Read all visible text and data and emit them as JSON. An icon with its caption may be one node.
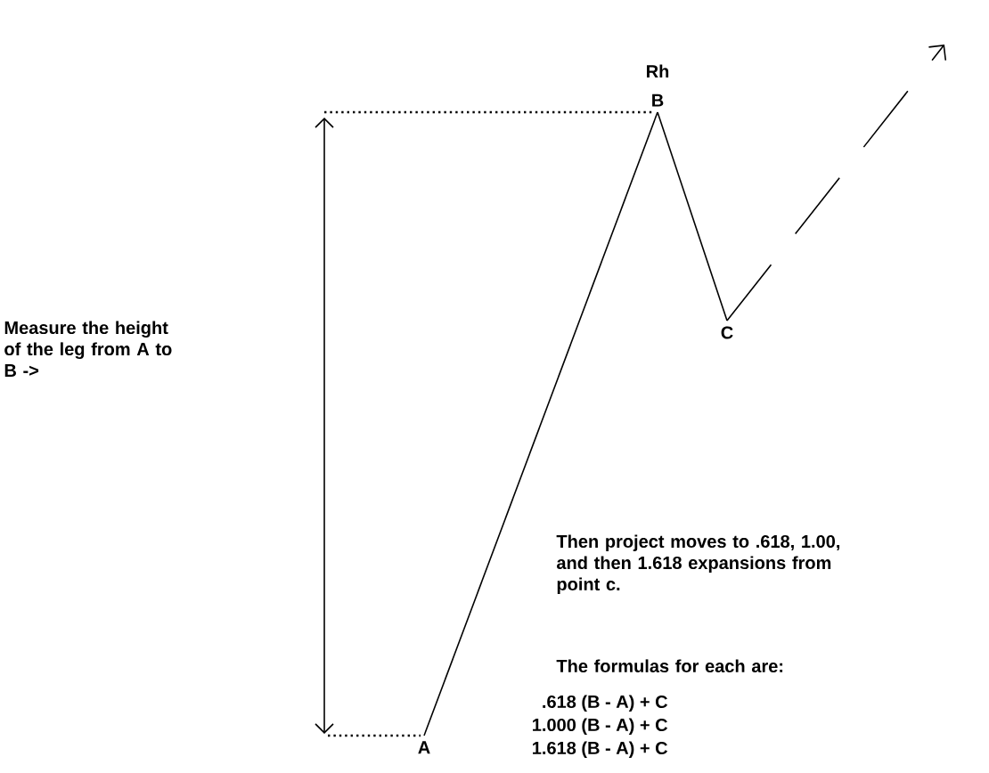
{
  "diagram": {
    "nodes": [
      {
        "text": [
          "A"
        ]
      },
      {
        "text": [
          "B"
        ],
        "beside": [
          "Rh"
        ]
      },
      {
        "text": [
          "C"
        ]
      }
    ],
    "edges": [
      {
        "from": 0,
        "to": 1,
        "arrow": "none"
      },
      {
        "from": 1,
        "to": 2,
        "arrow": "none"
      },
      {
        "from": 2,
        "to": null,
        "arrow": "to",
        "style": "dashed"
      }
    ],
    "labels": [
      "Measure the height of the leg from A to B ->",
      "Then project moves to .618, 1.00, and then 1.618 expansions from point c.",
      "The formulas for each are:",
      ".618 (B - A) + C",
      "1.000 (B - A) + C",
      "1.618 (B - A) + C"
    ]
  }
}
